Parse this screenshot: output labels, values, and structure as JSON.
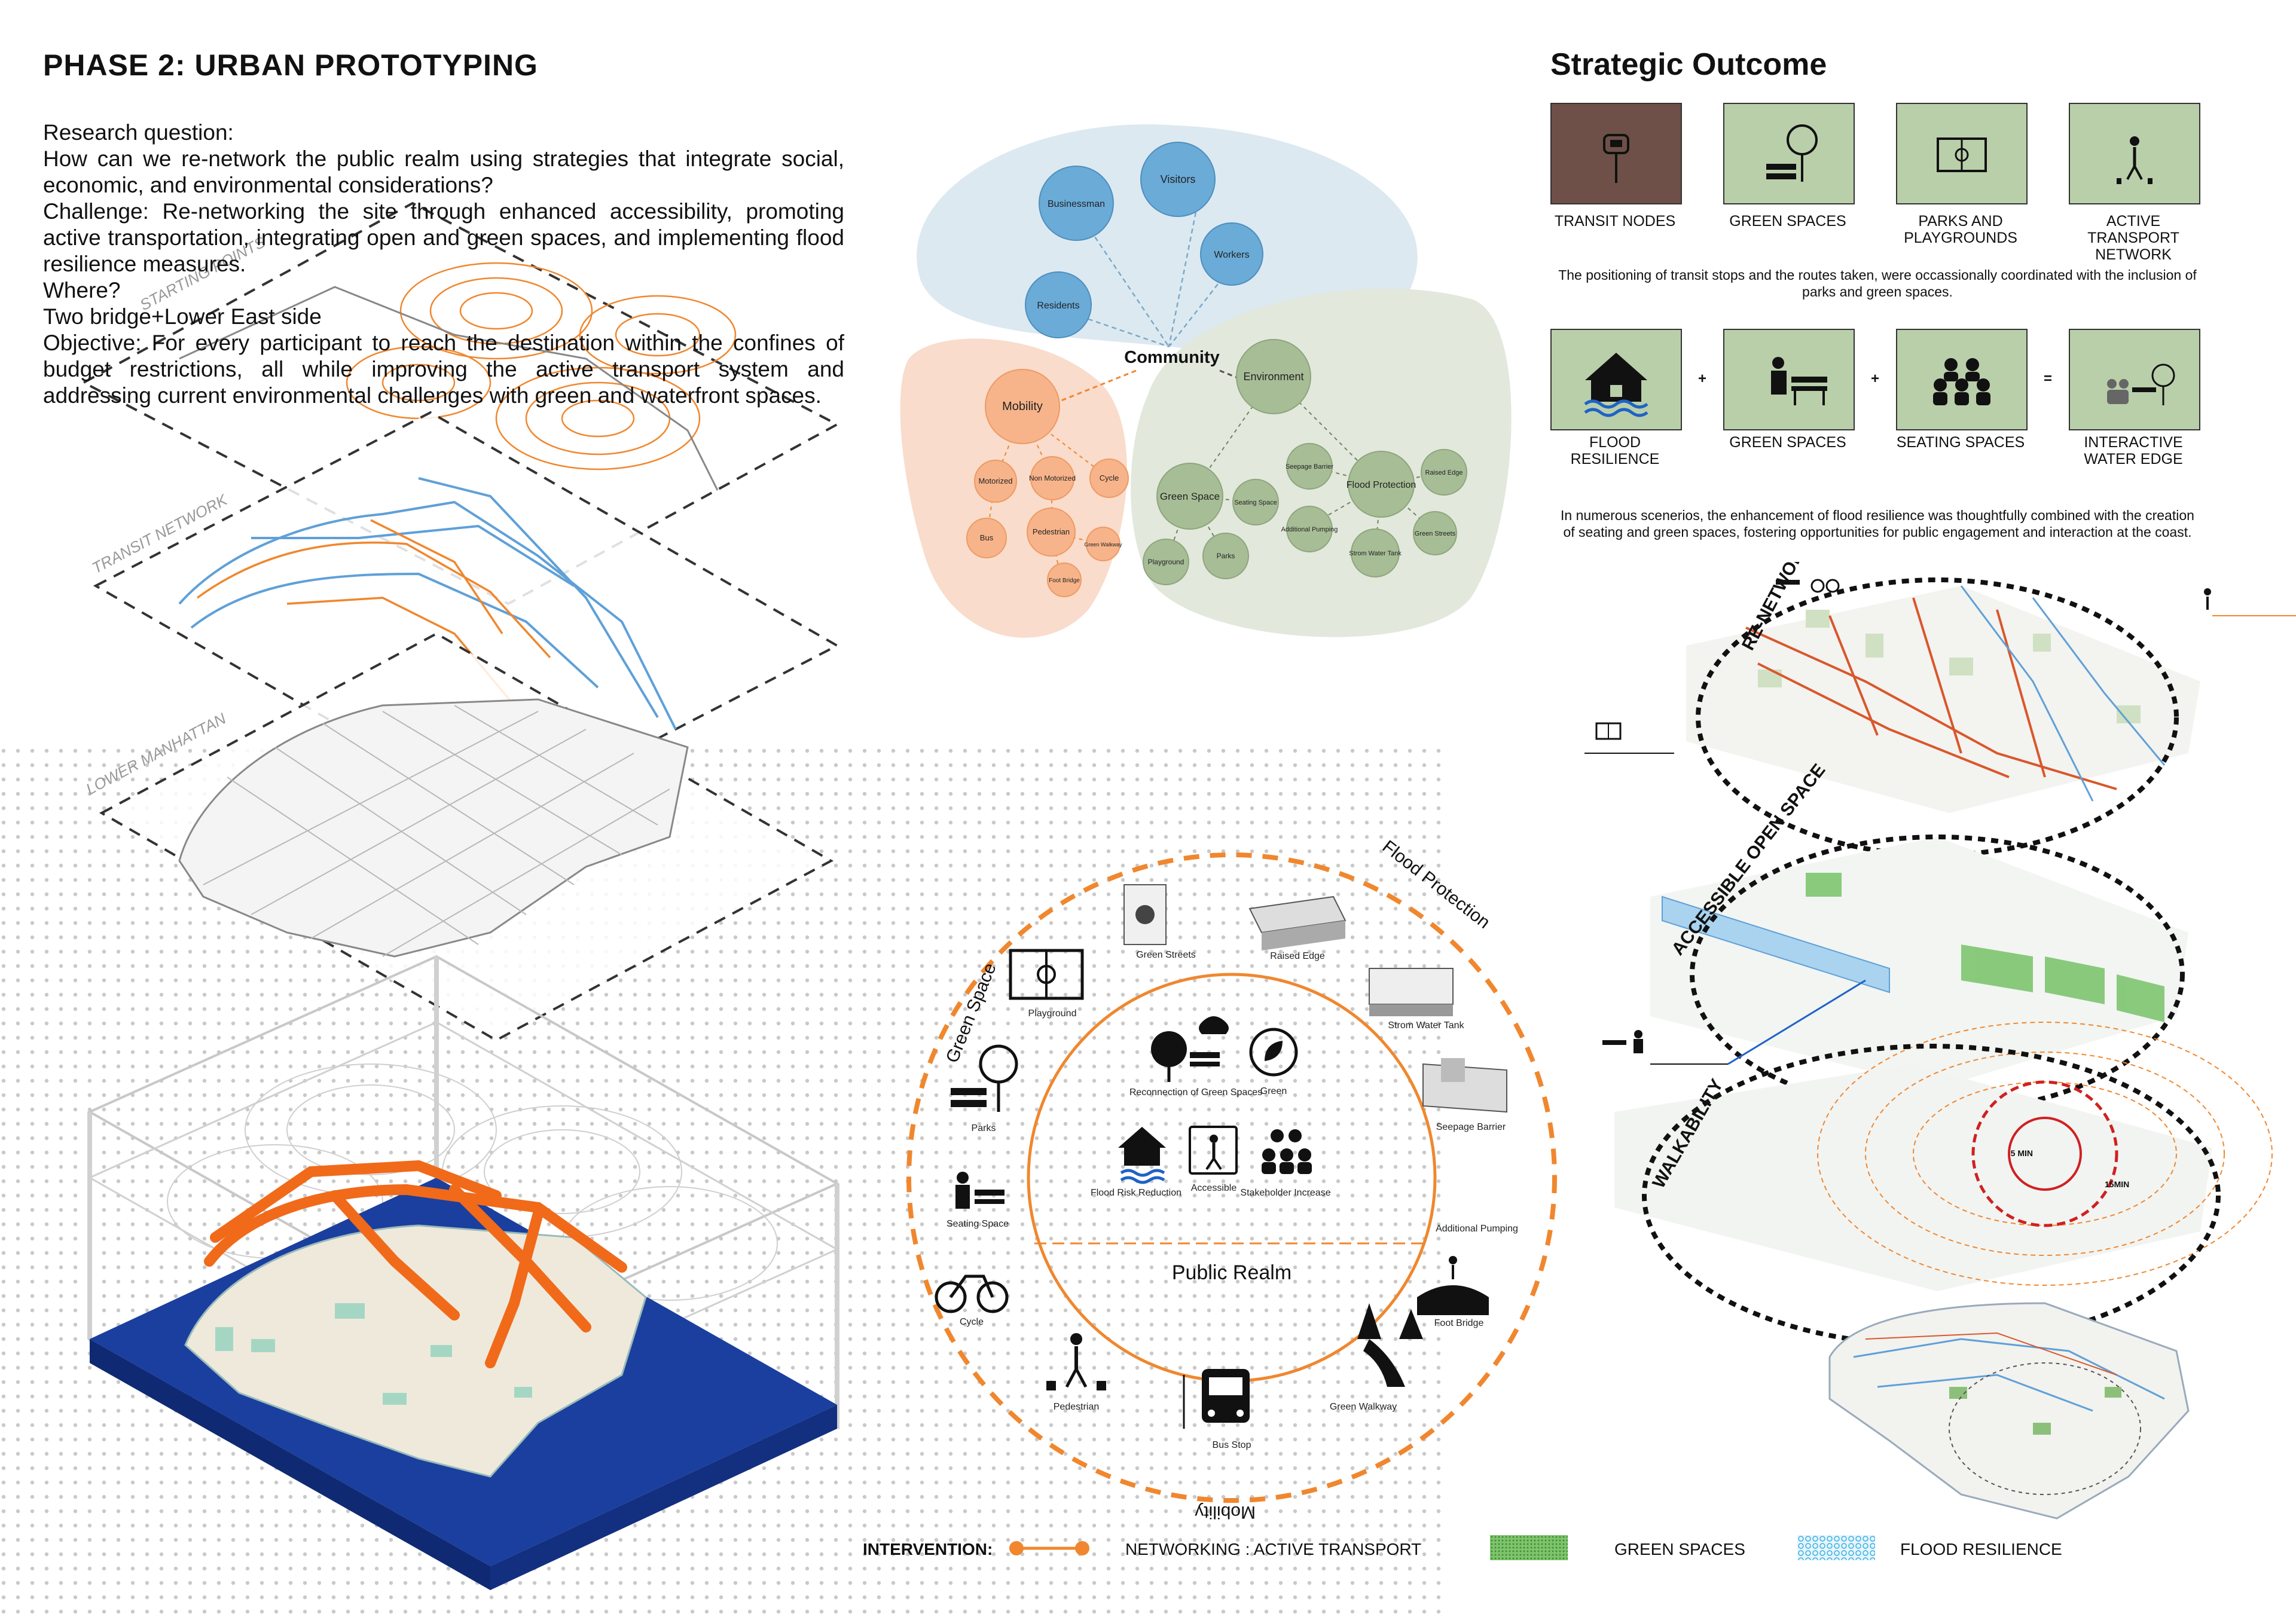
{
  "header": {
    "title": "PHASE 2: URBAN PROTOTYPING",
    "research": [
      "Research question:",
      "How can we re-network the public realm using strategies that integrate social, economic, and environmental considerations?",
      "Challenge: Re-networking the site through enhanced accessibility, promoting active transportation, integrating open and green spaces, and implementing flood resilience measures.",
      "Where?",
      "Two bridge+Lower East side",
      "Objective: For every participant to reach the destination within the confines of budget restrictions, all while improving the active transport system and addressing current environmental challenges with green and waterfront spaces."
    ]
  },
  "layers": {
    "starting_points": "STARTING POINTS",
    "transit": "TRANSIT NETWORK",
    "lower_manhattan": "LOWER MANHATTAN"
  },
  "community": {
    "title": "Community",
    "people": [
      "Businessman",
      "Visitors",
      "Workers",
      "Residents"
    ],
    "mobility": {
      "label": "Mobility",
      "children": [
        "Motorized",
        "Non Motorized",
        "Cycle",
        "Bus",
        "Pedestrian",
        "Green Walkway",
        "Foot Bridge"
      ]
    },
    "environment": {
      "label": "Environment",
      "green_space": "Green Space",
      "seating": "Seating Space",
      "playground": "Playground",
      "parks": "Parks",
      "seepage": "Seepage Barrier",
      "additional_pumping": "Additional Pumping",
      "flood": "Flood Protection",
      "raised_edge": "Raised Edge",
      "storm": "Strom Water Tank",
      "green_streets": "Green Streets"
    }
  },
  "strategic": {
    "title": "Strategic Outcome",
    "row1": [
      "TRANSIT NODES",
      "GREEN SPACES",
      "PARKS AND PLAYGROUNDS",
      "ACTIVE TRANSPORT NETWORK"
    ],
    "note1": "The positioning of transit stops and the routes taken, were occassionally  coordinated with the inclusion of parks and green spaces.",
    "row2": [
      "FLOOD RESILIENCE",
      "GREEN SPACES",
      "SEATING SPACES",
      "INTERACTIVE WATER EDGE"
    ],
    "ops": [
      "+",
      "+",
      "="
    ],
    "note2": "In numerous scenerios, the enhancement of flood resilience was thoughtfully combined with the creation of seating and green spaces, fostering opportunities for public engagement and interaction at the coast."
  },
  "maps": {
    "re_networking": "RE-NETWORKING",
    "open_space": "ACCESSIBLE OPEN SPACE",
    "walkability": "WALKABILITY",
    "min5": "5 MIN",
    "min15": "15MIN"
  },
  "realm": {
    "ring_green": "Green Space",
    "ring_flood": "Flood Protection",
    "ring_mobility": "Mobility",
    "center": "Public Realm",
    "outer": {
      "green_streets": "Green Streets",
      "raised_edge": "Raised Edge",
      "storm": "Strom Water Tank",
      "seepage": "Seepage Barrier",
      "pumping": "Additional Pumping",
      "foot_bridge": "Foot Bridge",
      "green_walkway": "Green Walkway",
      "bus_stop": "Bus Stop",
      "pedestrian": "Pedestrian",
      "cycle": "Cycle",
      "seating": "Seating Space",
      "parks": "Parks",
      "playground": "Playground"
    },
    "inner": {
      "reconnection": "Reconnection of Green Spaces",
      "green": "Green",
      "flood_risk": "Flood Risk Reduction",
      "accessible": "Accessible",
      "stakeholder": "Stakeholder Increase"
    }
  },
  "legend": {
    "intervention": "INTERVENTION:",
    "networking": "NETWORKING : ACTIVE TRANSPORT",
    "green_spaces": "GREEN SPACES",
    "flood_resilience": "FLOOD RESILIENCE"
  },
  "colors": {
    "orange": "#f0872e",
    "blue_bubble": "#dde9f1",
    "orange_bubble": "#f9dccb",
    "green_bubble": "#e2e8dc",
    "tile_green": "#b9cfaa",
    "tile_brown": "#6e5049",
    "water_blue": "#1b3f9e"
  }
}
